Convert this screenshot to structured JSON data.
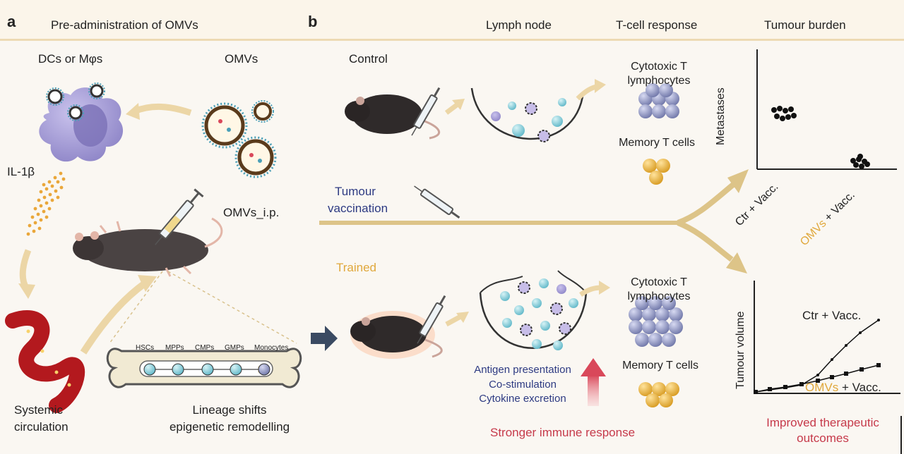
{
  "panel_a": {
    "letter": "a",
    "header": "Pre-administration of OMVs",
    "dcs_label": "DCs or Mφs",
    "omvs_label": "OMVs",
    "il1b_label": "IL-1β",
    "injection_label": "OMVs_i.p.",
    "systemic_line1": "Systemic",
    "systemic_line2": "circulation",
    "lineage_line1": "Lineage shifts",
    "lineage_line2": "epigenetic remodelling",
    "bone_stages": [
      "HSCs",
      "MPPs",
      "CMPs",
      "GMPs",
      "Monocytes"
    ]
  },
  "panel_b": {
    "letter": "b",
    "headers": {
      "lymph_node": "Lymph node",
      "tcell_response": "T-cell response",
      "tumour_burden": "Tumour burden"
    },
    "control_label": "Control",
    "vaccination_line1": "Tumour",
    "vaccination_line2": "vaccination",
    "trained_label": "Trained",
    "cytotoxic_line1": "Cytotoxic T",
    "cytotoxic_line2": "lymphocytes",
    "memory_label": "Memory T cells",
    "mechanisms": [
      "Antigen presentation",
      "Co-stimulation",
      "Cytokine excretion"
    ],
    "stronger_response": "Stronger immune response",
    "improved_line1": "Improved therapeutic",
    "improved_line2": "outcomes",
    "metastases_axis": "Metastases",
    "cat_ctr_prefix": "Ctr + Vacc.",
    "cat_omv_part1": "OMVs",
    "cat_omv_part2": " + Vacc.",
    "volume_axis": "Tumour volume",
    "line_ctr_label": "Ctr + Vacc.",
    "line_omv_part1": "OMVs",
    "line_omv_part2": " + Vacc."
  },
  "colors": {
    "gold": "#e0a83c",
    "navy": "#2d3a82",
    "red": "#c6394a",
    "purple": "#9b93cf",
    "teal": "#8fd0dc"
  }
}
